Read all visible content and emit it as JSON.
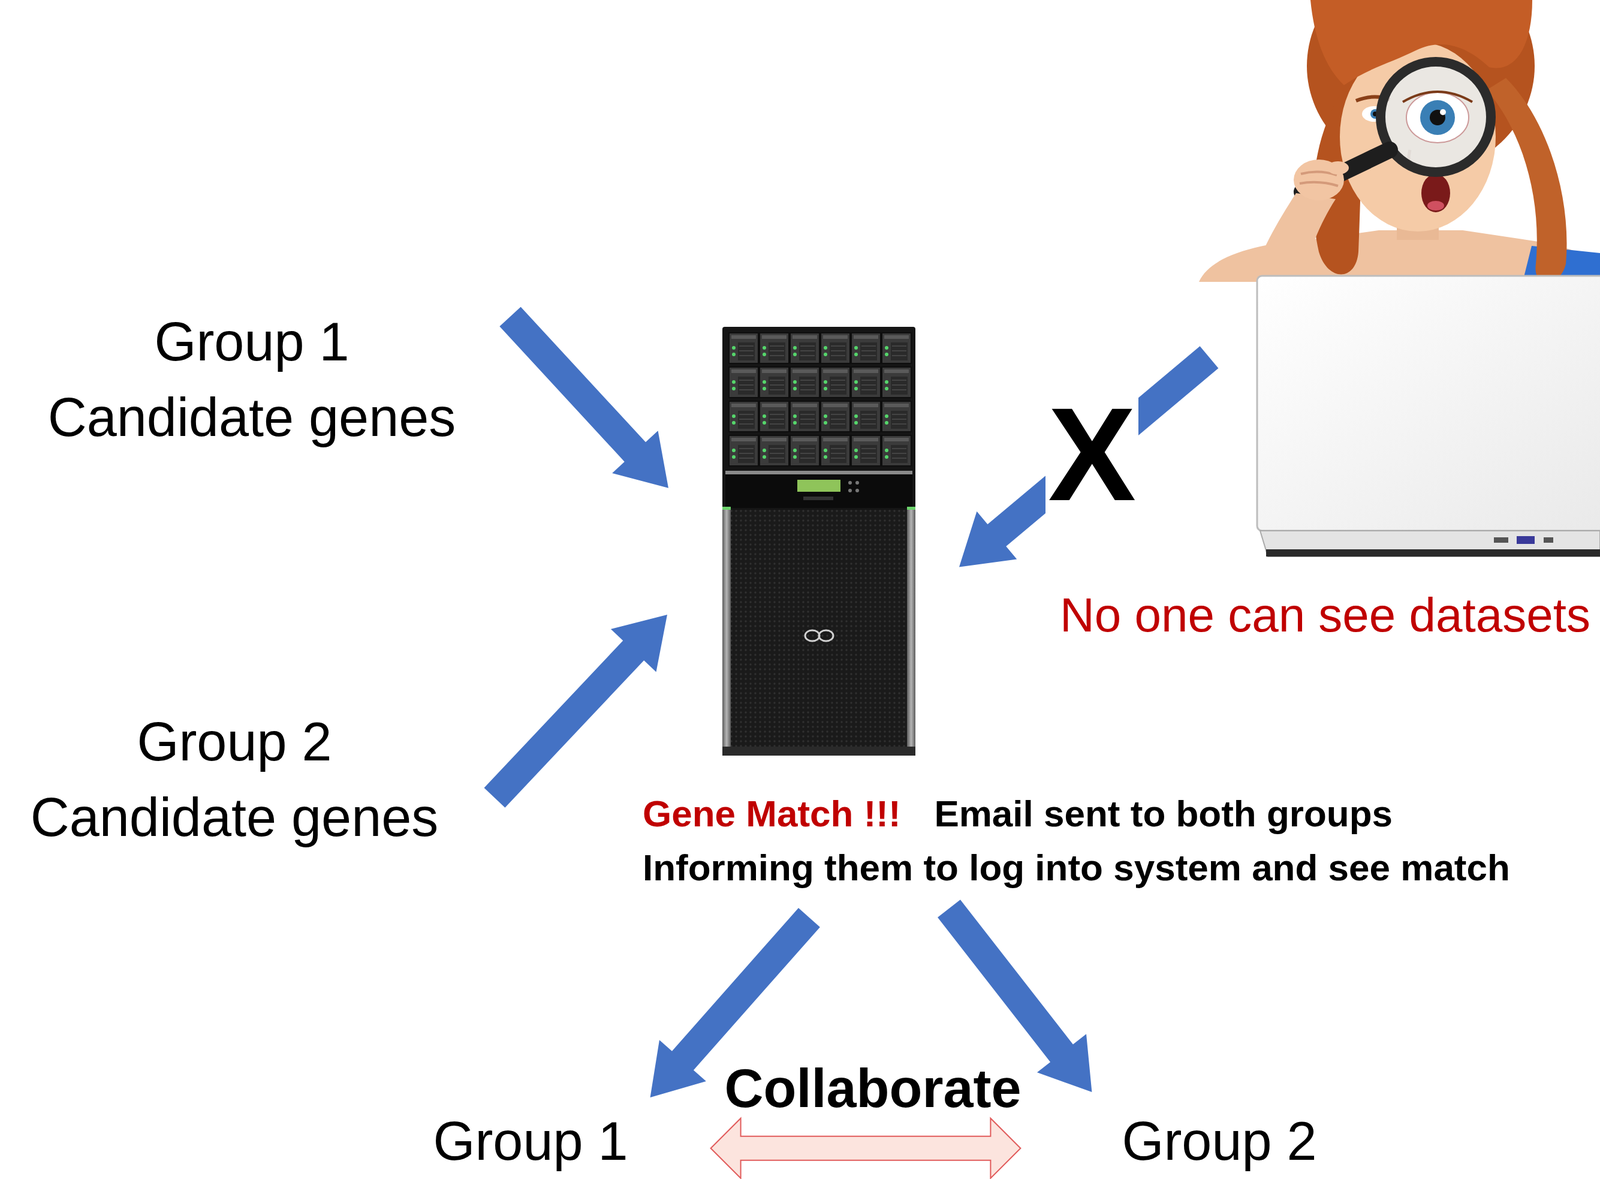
{
  "diagram": {
    "nodes": [
      {
        "text": [
          "Group 1 Candidate genes"
        ]
      },
      {
        "text": [
          "Group 2 Candidate genes"
        ]
      },
      {
        "text": [
          "Gene Match !!!",
          "Email sent to both groups Informing them to log into system and see match"
        ]
      },
      {
        "text": [
          "No one can see datasets"
        ]
      },
      {
        "text": [
          "Group 1"
        ]
      },
      {
        "text": [
          "Group 2"
        ]
      }
    ],
    "edges": [
      {
        "from": 0,
        "to": 2,
        "arrow": "to"
      },
      {
        "from": 1,
        "to": 2,
        "arrow": "to"
      },
      {
        "from": 3,
        "to": 2,
        "arrow": "to",
        "label": "X"
      },
      {
        "from": 2,
        "to": 4,
        "arrow": "to"
      },
      {
        "from": 2,
        "to": 5,
        "arrow": "to"
      },
      {
        "from": 4,
        "to": 5,
        "arrow": "both",
        "label": "Collaborate"
      }
    ]
  }
}
